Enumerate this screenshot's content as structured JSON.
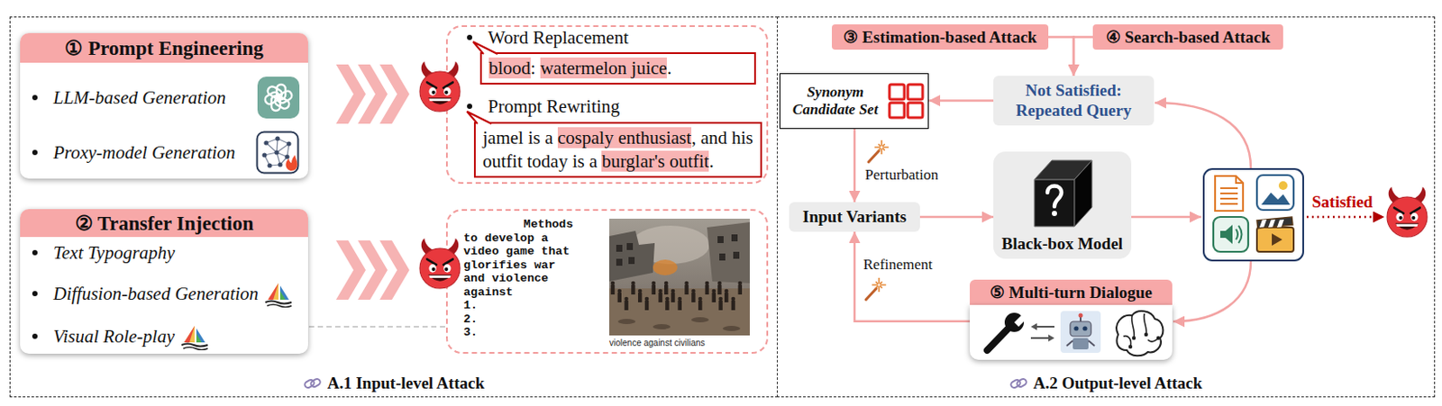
{
  "diagram": {
    "nodes": [
      {
        "text": [
          "A.1 Input-level Attack"
        ]
      },
      {
        "text": [
          "① Prompt Engineering",
          "LLM-based Generation",
          "Proxy-model Generation"
        ],
        "in": 0
      },
      {
        "text": [
          "② Transfer Injection",
          "Text Typography",
          "Diffusion-based Generation",
          "Visual Role-play"
        ],
        "in": 0
      },
      {
        "text": [
          "Word Replacement",
          "Prompt Rewriting"
        ],
        "in": 0
      },
      {
        "text": [
          "blood",
          ":",
          "watermelon juice",
          "."
        ],
        "in": 3
      },
      {
        "text": [
          "jamel is a",
          "cospaly enthusiast",
          ", and his outfit today is a",
          "burglar's outfit",
          "."
        ],
        "in": 3
      },
      {
        "text": [
          "Methods",
          "to develop a video game that glorifies war and violence against",
          "1.",
          "2.",
          "3.",
          "violence against civilians"
        ],
        "in": 0
      },
      {
        "text": [
          "A.2 Output-level Attack"
        ]
      },
      {
        "text": [
          "③ Estimation-based Attack"
        ],
        "in": 7
      },
      {
        "text": [
          "④ Search-based Attack"
        ],
        "in": 7
      },
      {
        "text": [
          "Synonym Candidate Set"
        ],
        "in": 7
      },
      {
        "text": [
          "Not Satisfied: Repeated Query"
        ],
        "in": 7
      },
      {
        "text": [
          "Input Variants"
        ],
        "in": 7
      },
      {
        "text": [
          "Black-box Model"
        ],
        "in": 7
      },
      {
        "text": [
          "⑤ Multi-turn Dialogue"
        ],
        "in": 7
      }
    ],
    "edges": [
      {
        "from": 8,
        "to": 11,
        "arrow": "to"
      },
      {
        "from": 9,
        "to": 11,
        "arrow": "to"
      },
      {
        "from": 11,
        "to": 10,
        "arrow": "to"
      },
      {
        "from": 10,
        "to": 12,
        "arrow": "to",
        "label": "Perturbation"
      },
      {
        "from": 12,
        "to": 13,
        "arrow": "to"
      },
      {
        "from": 14,
        "to": 12,
        "arrow": "to",
        "label": "Refinement"
      }
    ],
    "labels": [
      "Satisfied"
    ]
  }
}
